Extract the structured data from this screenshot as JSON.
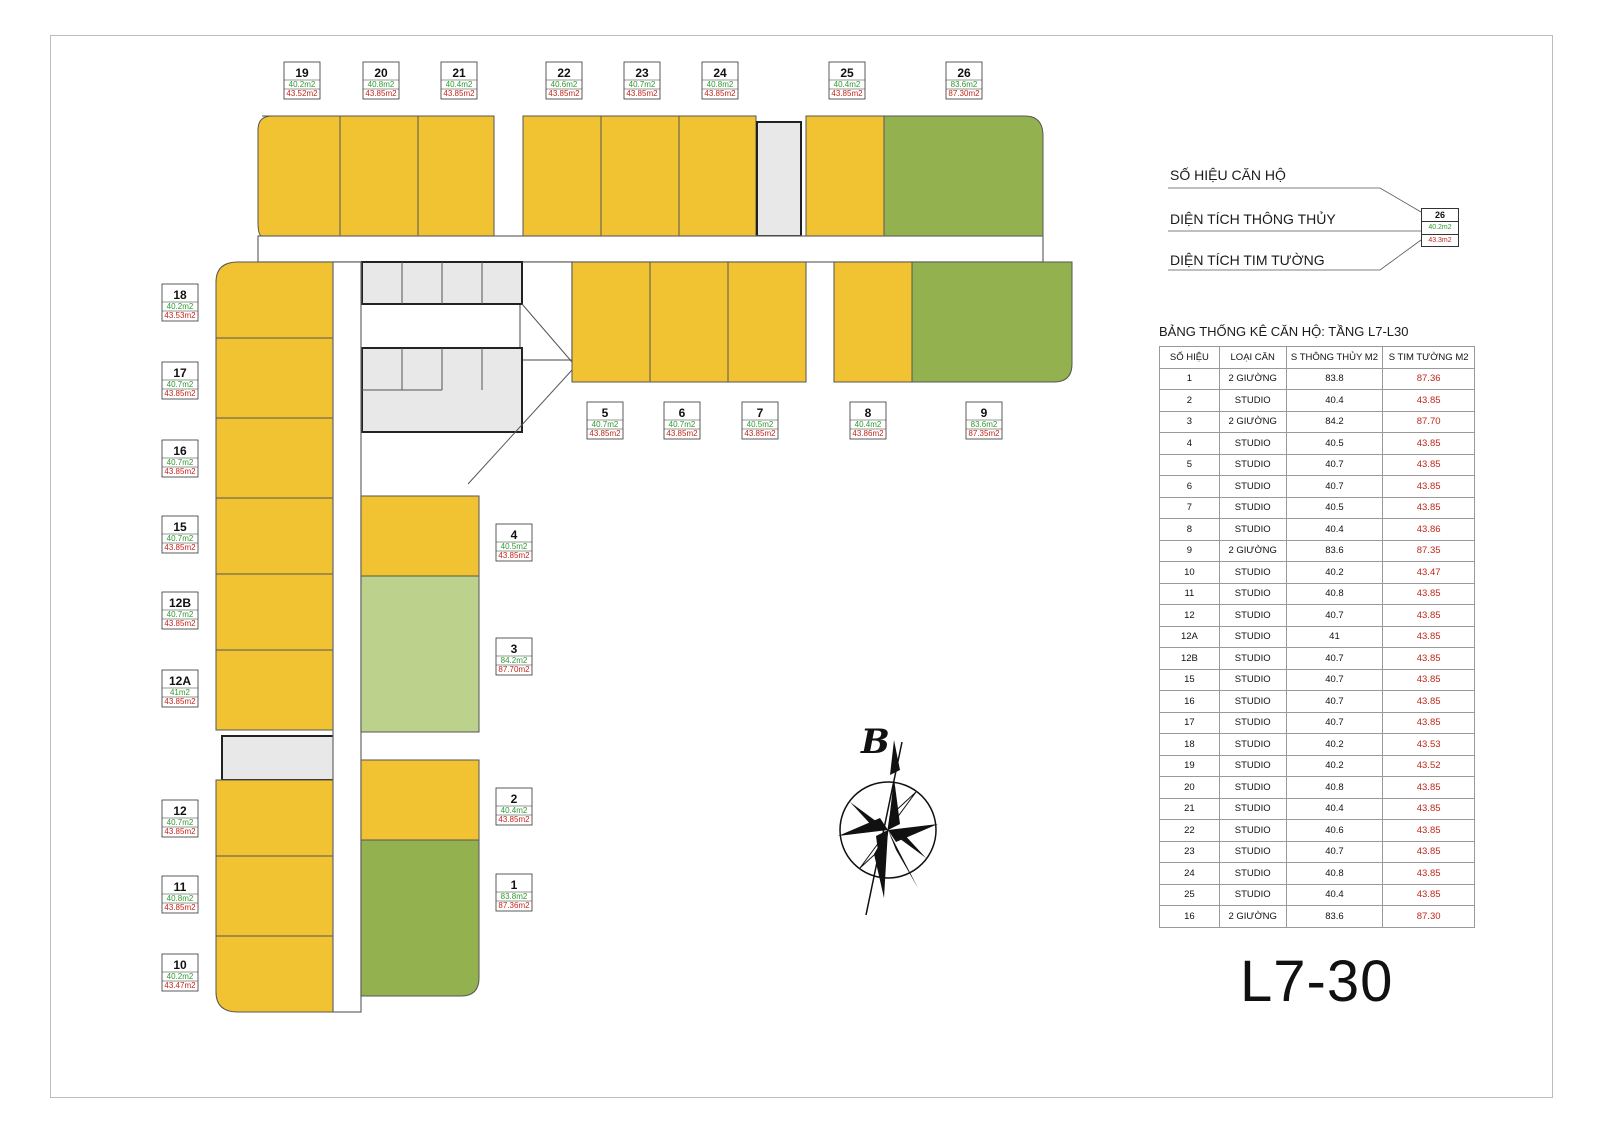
{
  "legend": {
    "so_hieu": "SỐ HIỆU CĂN HỘ",
    "thong_thuy": "DIỆN TÍCH THÔNG THỦY",
    "tim_tuong": "DIỆN TÍCH TIM TƯỜNG",
    "sample_tag": {
      "num": "26",
      "a": "40.2m2",
      "b": "43.3m2"
    }
  },
  "table": {
    "title": "BẢNG THỐNG KÊ CĂN HỘ: TẦNG L7-L30",
    "headers": [
      "SỐ HIỆU",
      "LOẠI CĂN",
      "S THÔNG THỦY M2",
      "S TIM TƯỜNG M2"
    ],
    "rows": [
      [
        "1",
        "2 GIƯỜNG",
        "83.8",
        "87.36"
      ],
      [
        "2",
        "STUDIO",
        "40.4",
        "43.85"
      ],
      [
        "3",
        "2 GIƯỜNG",
        "84.2",
        "87.70"
      ],
      [
        "4",
        "STUDIO",
        "40.5",
        "43.85"
      ],
      [
        "5",
        "STUDIO",
        "40.7",
        "43.85"
      ],
      [
        "6",
        "STUDIO",
        "40.7",
        "43.85"
      ],
      [
        "7",
        "STUDIO",
        "40.5",
        "43.85"
      ],
      [
        "8",
        "STUDIO",
        "40.4",
        "43.86"
      ],
      [
        "9",
        "2 GIƯỜNG",
        "83.6",
        "87.35"
      ],
      [
        "10",
        "STUDIO",
        "40.2",
        "43.47"
      ],
      [
        "11",
        "STUDIO",
        "40.8",
        "43.85"
      ],
      [
        "12",
        "STUDIO",
        "40.7",
        "43.85"
      ],
      [
        "12A",
        "STUDIO",
        "41",
        "43.85"
      ],
      [
        "12B",
        "STUDIO",
        "40.7",
        "43.85"
      ],
      [
        "15",
        "STUDIO",
        "40.7",
        "43.85"
      ],
      [
        "16",
        "STUDIO",
        "40.7",
        "43.85"
      ],
      [
        "17",
        "STUDIO",
        "40.7",
        "43.85"
      ],
      [
        "18",
        "STUDIO",
        "40.2",
        "43.53"
      ],
      [
        "19",
        "STUDIO",
        "40.2",
        "43.52"
      ],
      [
        "20",
        "STUDIO",
        "40.8",
        "43.85"
      ],
      [
        "21",
        "STUDIO",
        "40.4",
        "43.85"
      ],
      [
        "22",
        "STUDIO",
        "40.6",
        "43.85"
      ],
      [
        "23",
        "STUDIO",
        "40.7",
        "43.85"
      ],
      [
        "24",
        "STUDIO",
        "40.8",
        "43.85"
      ],
      [
        "25",
        "STUDIO",
        "40.4",
        "43.85"
      ],
      [
        "16",
        "2 GIƯỜNG",
        "83.6",
        "87.30"
      ]
    ]
  },
  "floor_label": "L7-30",
  "compass_letter": "B",
  "unit_tags": [
    {
      "id": "19",
      "a": "40.2m2",
      "b": "43.52m2"
    },
    {
      "id": "20",
      "a": "40.8m2",
      "b": "43.85m2"
    },
    {
      "id": "21",
      "a": "40.4m2",
      "b": "43.85m2"
    },
    {
      "id": "22",
      "a": "40.6m2",
      "b": "43.85m2"
    },
    {
      "id": "23",
      "a": "40.7m2",
      "b": "43.85m2"
    },
    {
      "id": "24",
      "a": "40.8m2",
      "b": "43.85m2"
    },
    {
      "id": "25",
      "a": "40.4m2",
      "b": "43.85m2"
    },
    {
      "id": "26",
      "a": "83.6m2",
      "b": "87.30m2"
    },
    {
      "id": "18",
      "a": "40.2m2",
      "b": "43.53m2"
    },
    {
      "id": "17",
      "a": "40.7m2",
      "b": "43.85m2"
    },
    {
      "id": "16",
      "a": "40.7m2",
      "b": "43.85m2"
    },
    {
      "id": "15",
      "a": "40.7m2",
      "b": "43.85m2"
    },
    {
      "id": "12B",
      "a": "40.7m2",
      "b": "43.85m2"
    },
    {
      "id": "12A",
      "a": "41m2",
      "b": "43.85m2"
    },
    {
      "id": "12",
      "a": "40.7m2",
      "b": "43.85m2"
    },
    {
      "id": "11",
      "a": "40.8m2",
      "b": "43.85m2"
    },
    {
      "id": "10",
      "a": "40.2m2",
      "b": "43.47m2"
    },
    {
      "id": "5",
      "a": "40.7m2",
      "b": "43.85m2"
    },
    {
      "id": "6",
      "a": "40.7m2",
      "b": "43.85m2"
    },
    {
      "id": "7",
      "a": "40.5m2",
      "b": "43.85m2"
    },
    {
      "id": "8",
      "a": "40.4m2",
      "b": "43.86m2"
    },
    {
      "id": "9",
      "a": "83.6m2",
      "b": "87.35m2"
    },
    {
      "id": "4",
      "a": "40.5m2",
      "b": "43.85m2"
    },
    {
      "id": "3",
      "a": "84.2m2",
      "b": "87.70m2"
    },
    {
      "id": "2",
      "a": "40.4m2",
      "b": "43.85m2"
    },
    {
      "id": "1",
      "a": "83.8m2",
      "b": "87.36m2"
    }
  ]
}
